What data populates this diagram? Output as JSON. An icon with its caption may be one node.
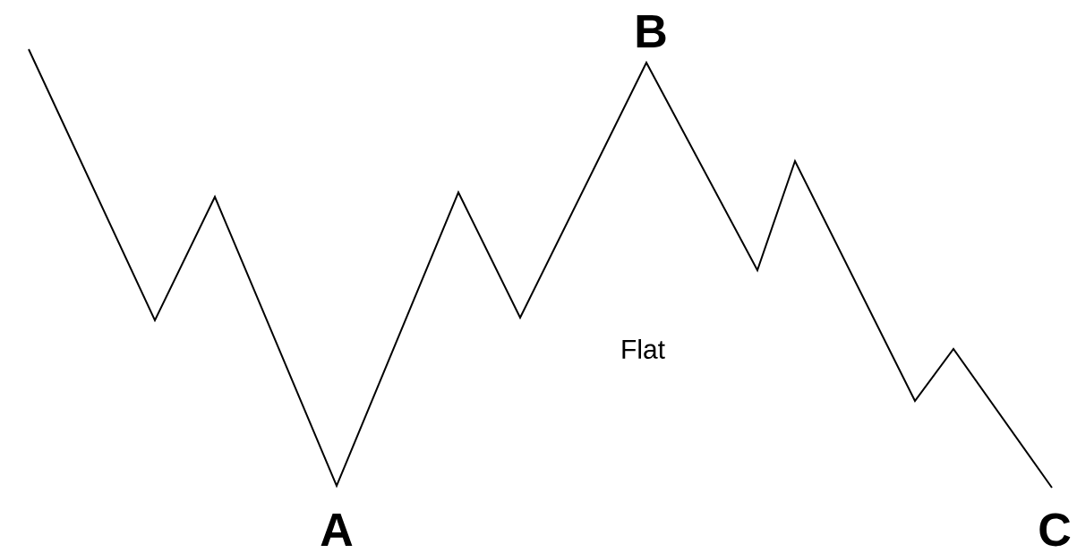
{
  "diagram": {
    "labels": [
      "B",
      "Flat",
      "A",
      "C"
    ]
  }
}
